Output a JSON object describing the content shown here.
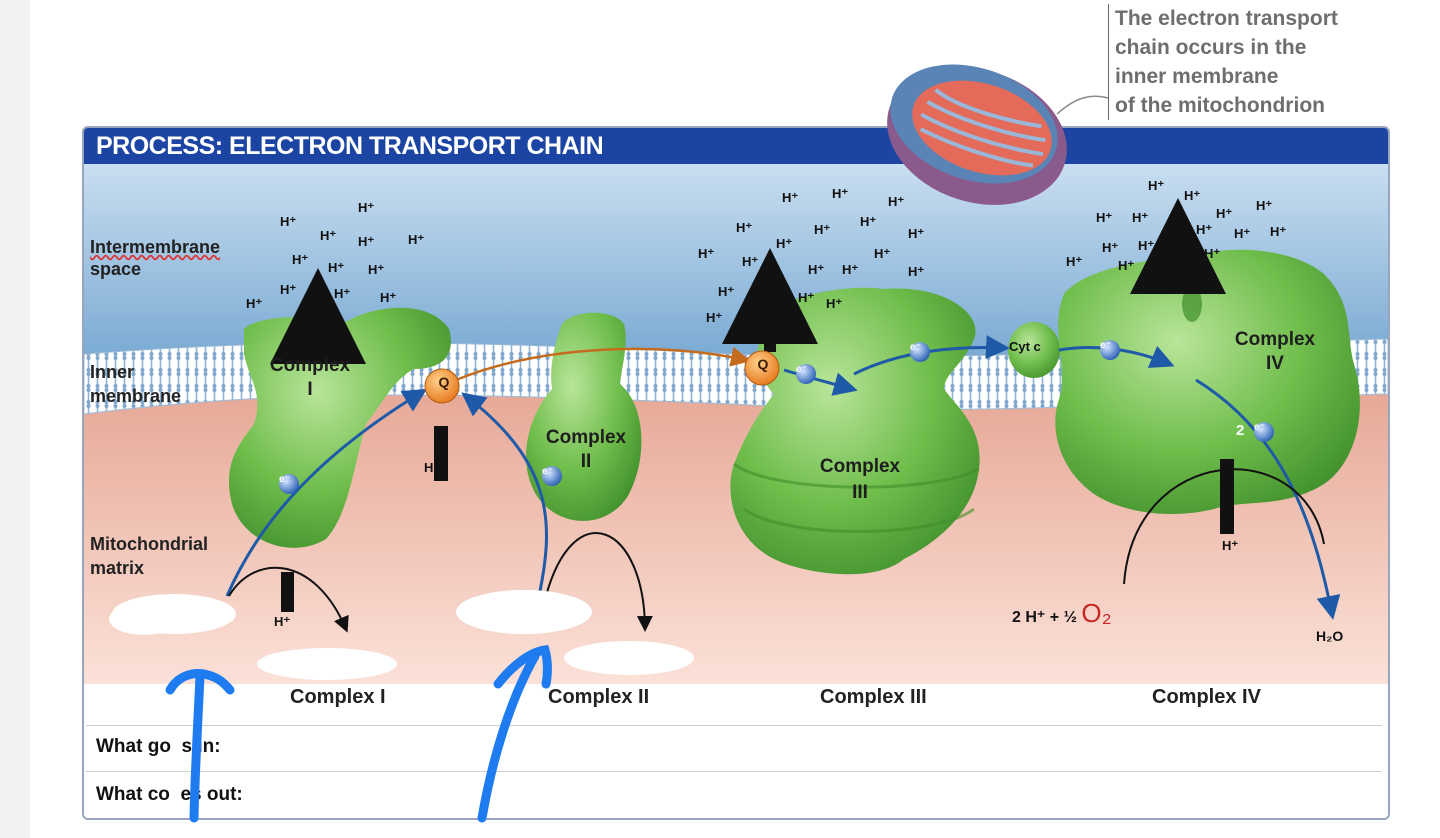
{
  "callout": {
    "lines": [
      "The electron transport",
      "chain occurs in the",
      "inner membrane",
      "of the mitochondrion"
    ]
  },
  "process_title": "PROCESS: ELECTRON TRANSPORT CHAIN",
  "regions": {
    "intermembrane": [
      "Intermembrane",
      "space"
    ],
    "inner_membrane": [
      "Inner",
      "membrane"
    ],
    "matrix": [
      "Mitochondrial",
      "matrix"
    ]
  },
  "complexes": {
    "c1": [
      "Complex",
      "I"
    ],
    "c2": [
      "Complex",
      "II"
    ],
    "c3": [
      "Complex",
      "III"
    ],
    "c4": [
      "Complex",
      "IV"
    ]
  },
  "carriers": {
    "q": "Q",
    "cytc": "Cyt c"
  },
  "labels": {
    "h_plus": "H⁺",
    "electron": "e⁻",
    "two": "2",
    "reaction_left": "2 H⁺ + ½",
    "o2": "O₂",
    "water": "H₂O"
  },
  "table": {
    "headers": [
      "Complex I",
      "Complex II",
      "Complex III",
      "Complex IV"
    ],
    "row_in": "What go  s in:",
    "row_out": "What co  es out:"
  },
  "colors": {
    "header_blue": "#1c45a3",
    "intermembrane": "#9fc3df",
    "matrix": "#f1c3b6",
    "complex_green": "#6fbd4b",
    "carrier_orange": "#ef8a22",
    "electron_blue": "#2a5fb4",
    "pen_blue": "#1e7cf0",
    "o2_red": "#c62828"
  }
}
